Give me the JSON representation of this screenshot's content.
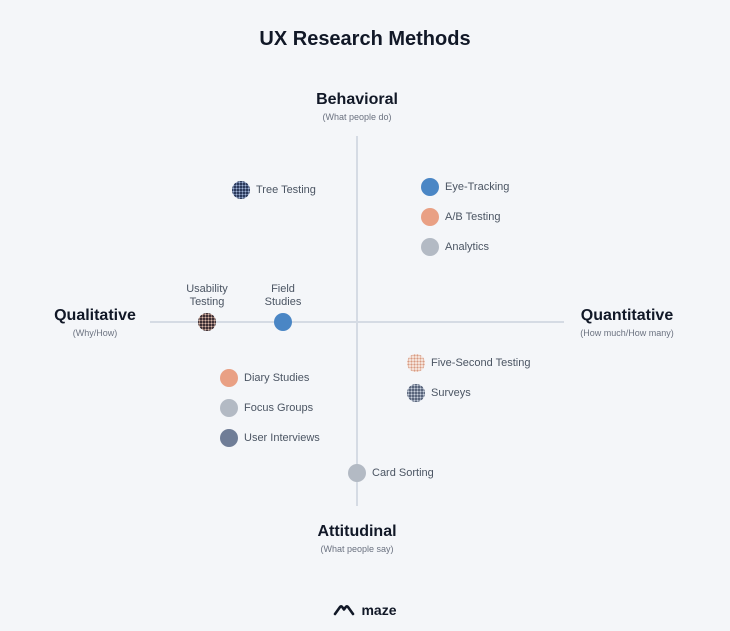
{
  "title": "UX Research Methods",
  "axes": {
    "top": {
      "label": "Behavioral",
      "sub": "(What people do)"
    },
    "bottom": {
      "label": "Attitudinal",
      "sub": "(What people say)"
    },
    "left": {
      "label": "Qualitative",
      "sub": "(Why/How)"
    },
    "right": {
      "label": "Quantitative",
      "sub": "(How much/How many)"
    }
  },
  "methods": {
    "tree_testing": {
      "label": "Tree Testing",
      "color": "#2b3a5c"
    },
    "eye_tracking": {
      "label": "Eye-Tracking",
      "color": "#4a86c5"
    },
    "ab_testing": {
      "label": "A/B Testing",
      "color": "#e9a084"
    },
    "analytics": {
      "label": "Analytics",
      "color": "#b3bac4"
    },
    "usability_testing": {
      "label_line1": "Usability",
      "label_line2": "Testing",
      "color": "#3e2f34"
    },
    "field_studies": {
      "label_line1": "Field",
      "label_line2": "Studies",
      "color": "#4a86c5"
    },
    "five_second_testing": {
      "label": "Five-Second Testing",
      "color": "#f4e1d8"
    },
    "surveys": {
      "label": "Surveys",
      "color": "#59657c"
    },
    "diary_studies": {
      "label": "Diary Studies",
      "color": "#e9a084"
    },
    "focus_groups": {
      "label": "Focus Groups",
      "color": "#b3bac4"
    },
    "user_interviews": {
      "label": "User Interviews",
      "color": "#6f7d97"
    },
    "card_sorting": {
      "label": "Card Sorting",
      "color": "#b3bac4"
    }
  },
  "logo": {
    "text": "maze",
    "icon": "maze-logo-icon"
  }
}
